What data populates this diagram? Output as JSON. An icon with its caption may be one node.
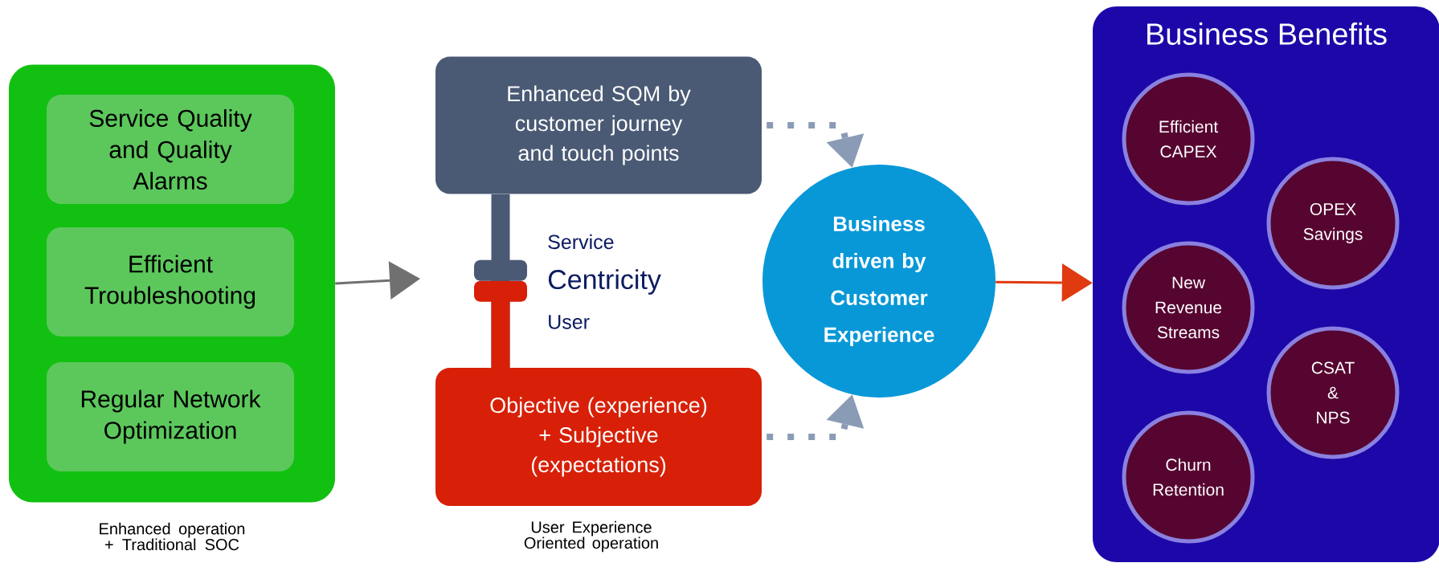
{
  "diagram": {
    "nodes": [
      {
        "text": [],
        "shape": "box",
        "beside": [
          "Enhanced operation + Traditional SOC"
        ]
      },
      {
        "text": [
          "Service Quality and Quality Alarms"
        ],
        "in": 0
      },
      {
        "text": [
          "Efficient Troubleshooting"
        ],
        "in": 0
      },
      {
        "text": [
          "Regular Network Optimization"
        ],
        "in": 0
      },
      {
        "text": [
          "Enhanced SQM by customer journey and touch points"
        ]
      },
      {
        "text": [
          "Objective (experience) + Subjective (expectations)"
        ],
        "beside": [
          "User Experience Oriented operation"
        ]
      },
      {
        "text": [
          "Business driven by Customer Experience"
        ]
      },
      {
        "text": [
          "Business Benefits"
        ]
      },
      {
        "text": [
          "Efficient CAPEX"
        ],
        "in": 7
      },
      {
        "text": [
          "OPEX Savings"
        ],
        "in": 7
      },
      {
        "text": [
          "New Revenue Streams"
        ],
        "in": 7
      },
      {
        "text": [
          "CSAT & NPS"
        ],
        "in": 7
      },
      {
        "text": [
          "Churn Retention"
        ],
        "in": 7
      }
    ],
    "edges": [
      {
        "from": 0,
        "to": null,
        "arrow": "to",
        "color": "#707070"
      },
      {
        "from": 4,
        "to": 5,
        "arrow": "none",
        "style": "thick",
        "color": "#4a5a74"
      },
      {
        "from": 4,
        "to": 6,
        "arrow": "to",
        "style": "dashed"
      },
      {
        "from": 5,
        "to": 6,
        "arrow": "to",
        "style": "dashed"
      },
      {
        "from": 6,
        "to": 7,
        "arrow": "to",
        "color": "#e03a10"
      }
    ],
    "labels": [
      "Service",
      "Centricity",
      "User"
    ]
  }
}
